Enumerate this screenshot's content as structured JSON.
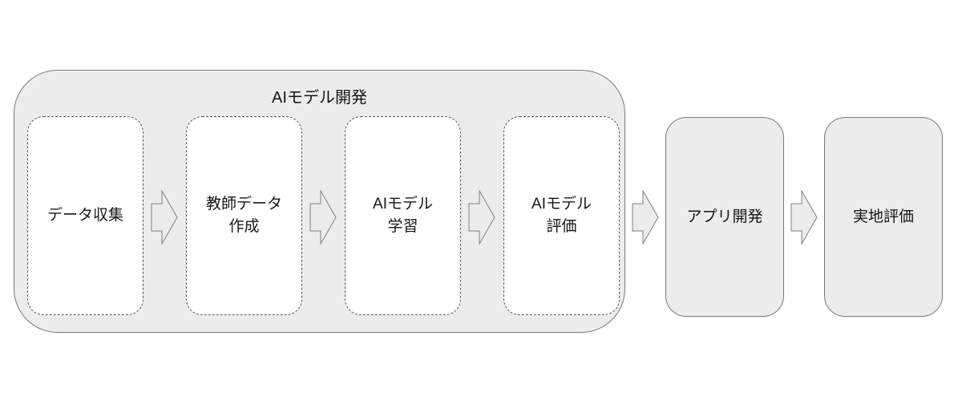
{
  "diagram": {
    "group": {
      "label": "AIモデル開発",
      "steps": [
        {
          "label": "データ収集"
        },
        {
          "label": "教師データ\n作成"
        },
        {
          "label": "AIモデル\n学習"
        },
        {
          "label": "AIモデル\n評価"
        }
      ]
    },
    "outer_steps": [
      {
        "label": "アプリ開発"
      },
      {
        "label": "実地評価"
      }
    ],
    "icons": {
      "arrow": "block-arrow-right"
    },
    "colors": {
      "group_fill": "#ececec",
      "inner_box_fill": "#ffffff",
      "outer_box_fill": "#ececec",
      "arrow_fill": "#ececec",
      "solid_border": "#7a7a7a",
      "dashed_border": "#545454",
      "text": "#161616",
      "background": "#ffffff"
    }
  }
}
